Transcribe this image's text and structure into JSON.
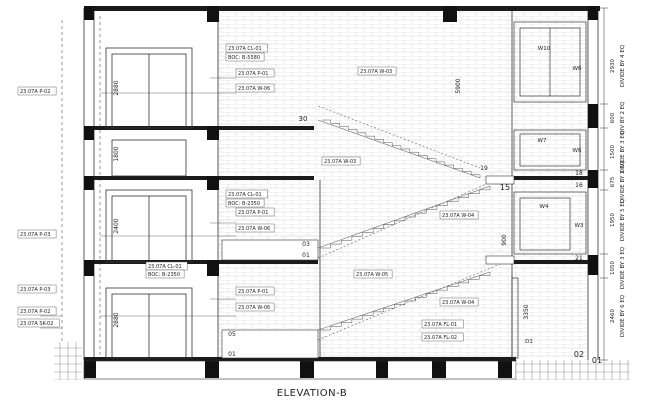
{
  "title": "ELEVATION-B",
  "tags": {
    "t1": "23.07A CL-01",
    "t2": "BOC: B-5580",
    "t3": "23.07A P-01",
    "t4": "23.07A W-06",
    "t5": "23.07A W-03",
    "t6": "23.07A P-02",
    "t7": "23.07A W-03",
    "t8": "23.07A CL-01",
    "t9": "BOC: B-2350",
    "t10": "23.07A P-01",
    "t11": "23.07A W-06",
    "t12": "23.07A W-04",
    "t13": "23.07A P-03",
    "t14": "23.07A P-03",
    "t15": "23.07A CL-01",
    "t16": "BOC: B-2350",
    "t17": "23.07A P-01",
    "t18": "23.07A W-06",
    "t19": "23.07A W-05",
    "t20": "23.07A W-04",
    "t21": "23.07A P-02",
    "t22": "23.07A SK-02",
    "t23": "23.07A FL-01",
    "t24": "23.07A FL-02"
  },
  "dims": {
    "d1": "2880",
    "d2": "5900",
    "d3": "1800",
    "d4": "2400",
    "d5": "2880",
    "d6": "3350",
    "d7": "900"
  },
  "windows": {
    "w10": "W10",
    "w6a": "W6",
    "w7": "W7",
    "w6b": "W6",
    "w4": "W4",
    "w3": "W3",
    "d1": "D1"
  },
  "stairs": {
    "s30": "30",
    "s19": "19",
    "s18": "18",
    "s15": "15",
    "s16": "16",
    "s03": "03",
    "s01a": "01",
    "s21": "21",
    "s05": "05",
    "s01b": "01",
    "s02": "02",
    "s01c": "01"
  },
  "levels": {
    "l1": "2930",
    "l2": "DIVIDE BY 4 EQ",
    "l3": "600",
    "l4": "DIV BY 2 EQ",
    "l5": "1500",
    "l6": "DIVIDE BY 3 EQ",
    "l7": "675",
    "l8": "DIVIDE BY 3 EQ",
    "l9": "1950",
    "l10": "DIVIDE BY 5 EQ",
    "l11": "1050",
    "l12": "DIVIDE BY 3 EQ",
    "l13": "2460",
    "l14": "DIVIDE BY 6 EQ"
  }
}
